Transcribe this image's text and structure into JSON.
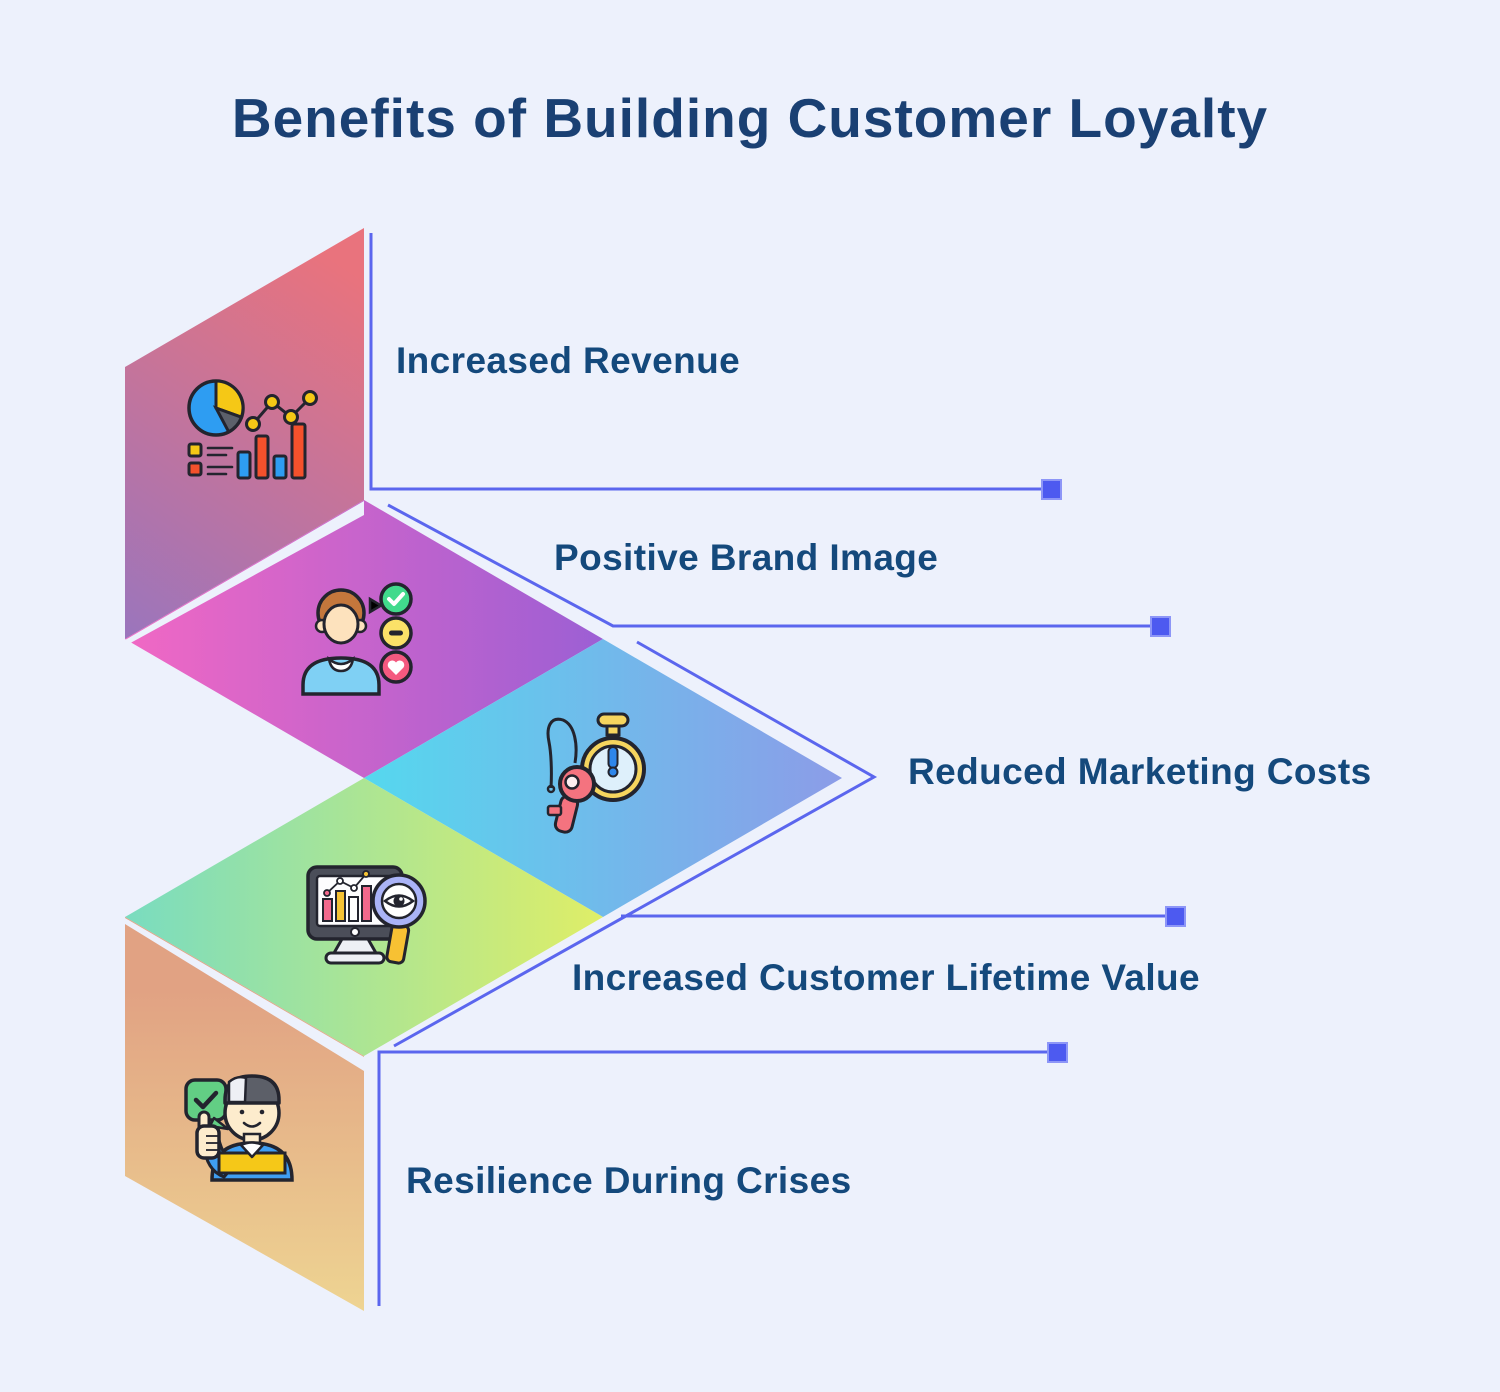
{
  "title": "Benefits of Building Customer Loyalty",
  "benefits": [
    {
      "label": "Increased Revenue",
      "icon": "analytics-dashboard-icon",
      "panel_gradient": [
        "#e9737d",
        "#9a75bd"
      ]
    },
    {
      "label": "Positive Brand Image",
      "icon": "customer-approval-icon",
      "panel_gradient": [
        "#f168c4",
        "#9c5fd4"
      ]
    },
    {
      "label": "Reduced Marketing Costs",
      "icon": "stopwatch-key-icon",
      "panel_gradient": [
        "#55d8ee",
        "#8c9ce8"
      ]
    },
    {
      "label": "Increased Customer Lifetime Value",
      "icon": "monitor-insight-icon",
      "panel_gradient": [
        "#79dcc0",
        "#dfee67"
      ]
    },
    {
      "label": "Resilience During Crises",
      "icon": "support-delivery-person-icon",
      "panel_gradient": [
        "#e1a283",
        "#eed492"
      ]
    }
  ],
  "colors": {
    "background": "#edf1fc",
    "title_text": "#1a4073",
    "label_text": "#14497c",
    "connector_line": "#5b66ee",
    "marker_square": "#4d5af0"
  }
}
